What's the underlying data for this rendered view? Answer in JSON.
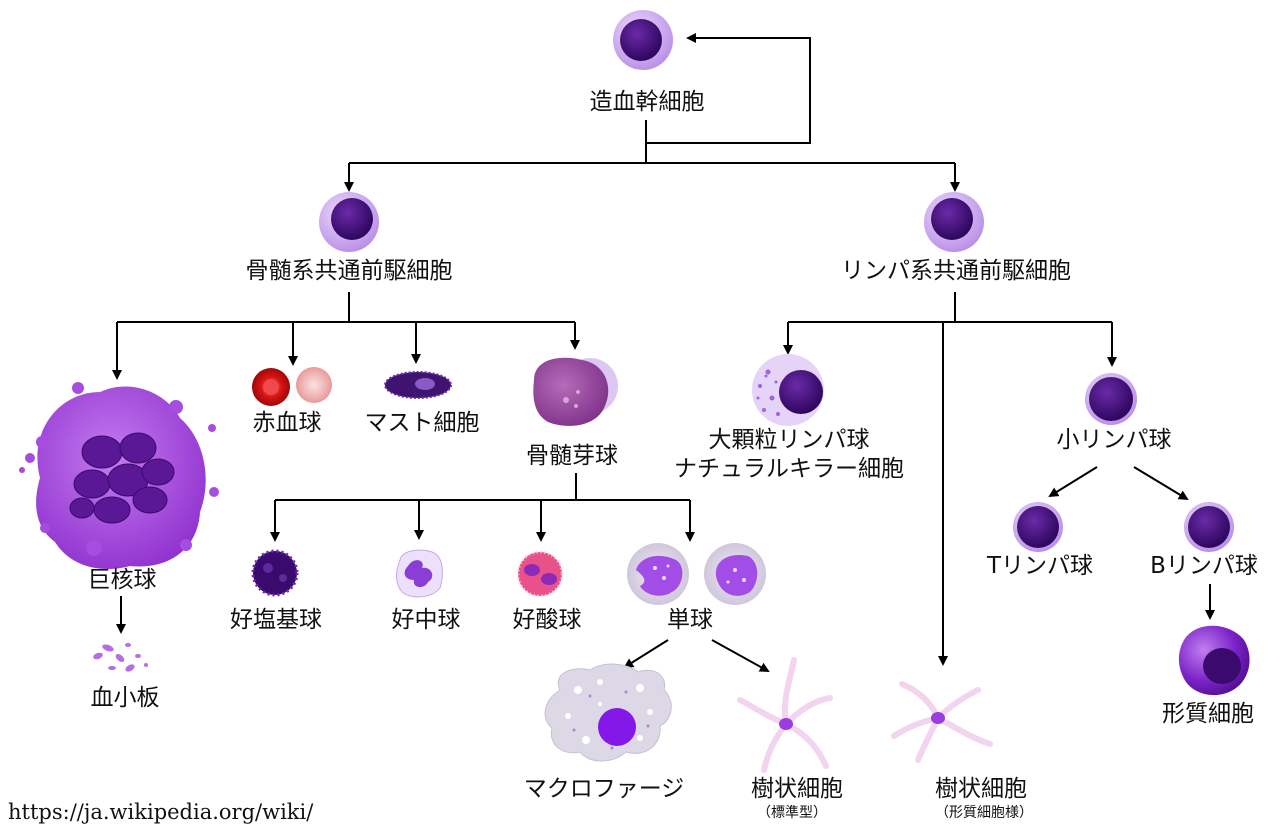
{
  "labels": {
    "hsc": "造血幹細胞",
    "cmp": "骨髄系共通前駆細胞",
    "clp": "リンパ系共通前駆細胞",
    "megakaryocyte": "巨核球",
    "platelet": "血小板",
    "erythrocyte": "赤血球",
    "mast_cell": "マスト細胞",
    "myeloblast": "骨髄芽球",
    "basophil": "好塩基球",
    "neutrophil": "好中球",
    "eosinophil": "好酸球",
    "monocyte": "単球",
    "macrophage": "マクロファージ",
    "dendritic_myeloid": "樹状細胞",
    "dendritic_myeloid_note": "（標準型）",
    "large_granular_lymphocyte": "大顆粒リンパ球",
    "nk_cell": "ナチュラルキラー細胞",
    "dendritic_plasmacytoid": "樹状細胞",
    "dendritic_plasmacytoid_note": "（形質細胞様）",
    "small_lymphocyte": "小リンパ球",
    "t_lymphocyte": "Tリンパ球",
    "b_lymphocyte": "Bリンパ球",
    "plasma_cell": "形質細胞"
  },
  "source": "https://ja.wikipedia.org/wiki/",
  "colors": {
    "nucleus": "#3a0a6e",
    "cytoplasm": "#c9a6ee",
    "megakaryocyte": "#a64de0",
    "erythrocyte": "#d81c1c",
    "macrophage": "#dcd8e6",
    "dendritic": "#f2d4ef"
  }
}
